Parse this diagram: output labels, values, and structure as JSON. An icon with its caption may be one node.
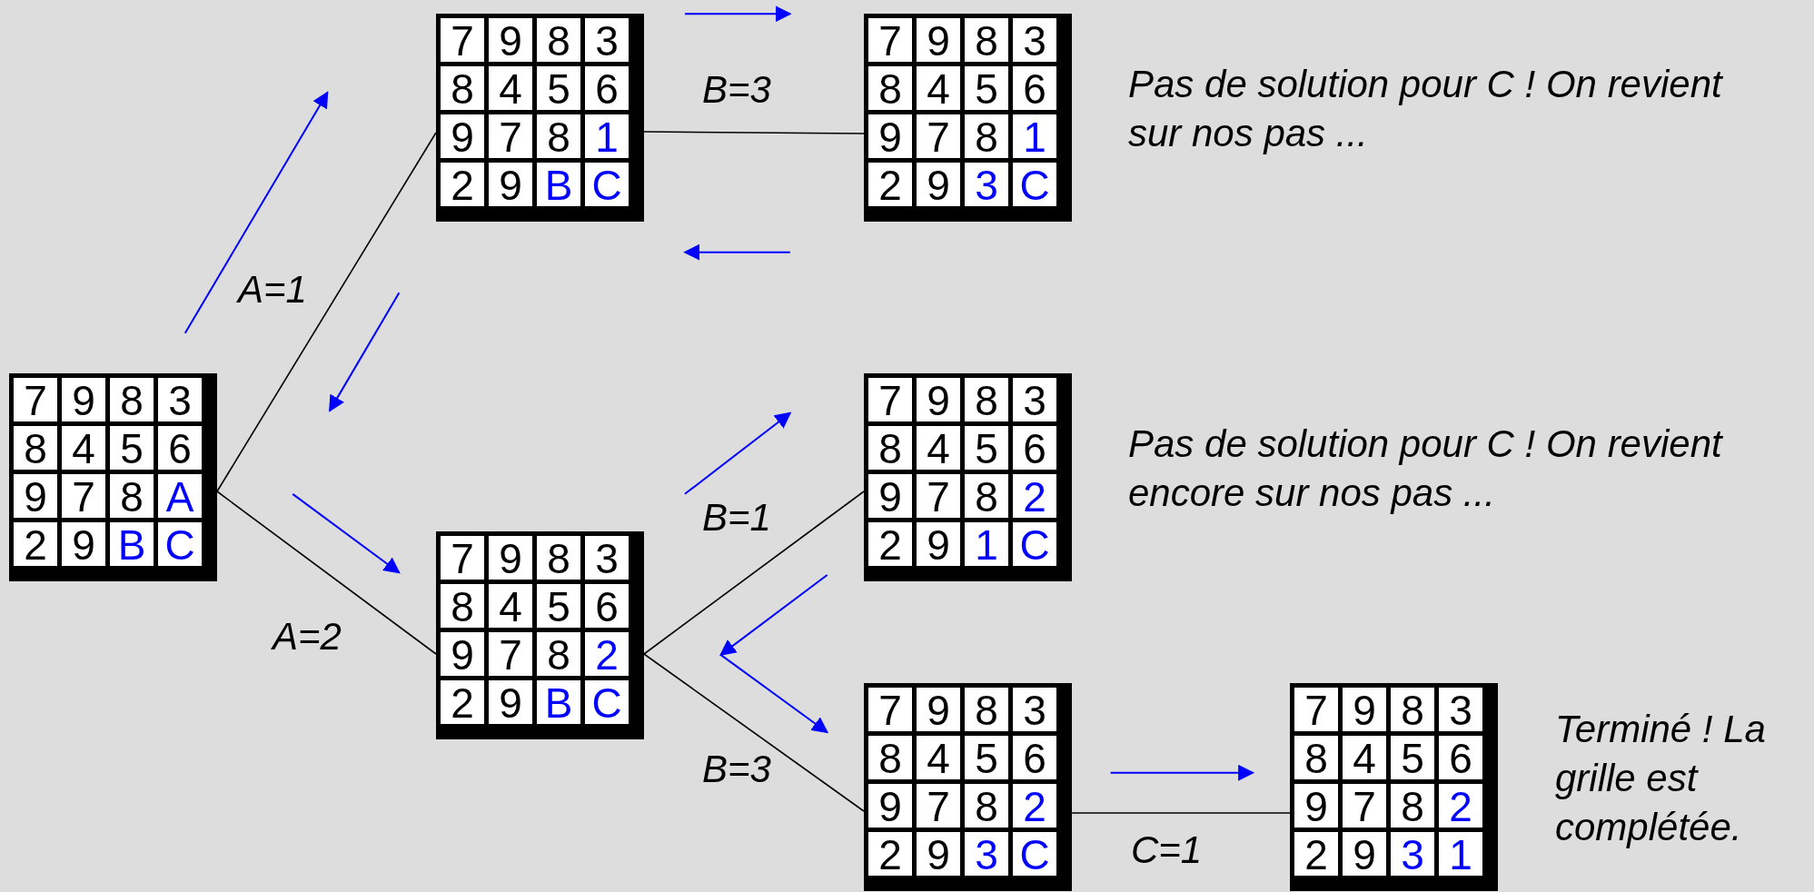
{
  "diagram": {
    "nodes": [
      {
        "text": [
          "7",
          "9",
          "8",
          "3",
          "8",
          "4",
          "5",
          "6",
          "9",
          "7",
          "8",
          "A",
          "2",
          "9",
          "B",
          "C"
        ]
      },
      {
        "text": [
          "7",
          "9",
          "8",
          "3",
          "8",
          "4",
          "5",
          "6",
          "9",
          "7",
          "8",
          "1",
          "2",
          "9",
          "B",
          "C"
        ]
      },
      {
        "text": [
          "7",
          "9",
          "8",
          "3",
          "8",
          "4",
          "5",
          "6",
          "9",
          "7",
          "8",
          "1",
          "2",
          "9",
          "3",
          "C"
        ],
        "beside": [
          "Pas de solution pour C ! On revient sur nos pas ..."
        ]
      },
      {
        "text": [
          "7",
          "9",
          "8",
          "3",
          "8",
          "4",
          "5",
          "6",
          "9",
          "7",
          "8",
          "2",
          "2",
          "9",
          "B",
          "C"
        ]
      },
      {
        "text": [
          "7",
          "9",
          "8",
          "3",
          "8",
          "4",
          "5",
          "6",
          "9",
          "7",
          "8",
          "2",
          "2",
          "9",
          "1",
          "C"
        ],
        "beside": [
          "Pas de solution pour C ! On revient encore sur nos pas ..."
        ]
      },
      {
        "text": [
          "7",
          "9",
          "8",
          "3",
          "8",
          "4",
          "5",
          "6",
          "9",
          "7",
          "8",
          "2",
          "2",
          "9",
          "3",
          "C"
        ]
      },
      {
        "text": [
          "7",
          "9",
          "8",
          "3",
          "8",
          "4",
          "5",
          "6",
          "9",
          "7",
          "8",
          "2",
          "2",
          "9",
          "3",
          "1"
        ],
        "beside": [
          "Terminé ! La grille est complétée."
        ]
      }
    ],
    "edges": [
      {
        "from": 0,
        "to": 1,
        "arrow": "none",
        "label": "A=1"
      },
      {
        "from": 0,
        "to": 3,
        "arrow": "none",
        "label": "A=2"
      },
      {
        "from": 1,
        "to": 2,
        "arrow": "none",
        "label": "B=3"
      },
      {
        "from": 3,
        "to": 4,
        "arrow": "none",
        "label": "B=1"
      },
      {
        "from": 3,
        "to": 5,
        "arrow": "none",
        "label": "B=3"
      },
      {
        "from": 5,
        "to": 6,
        "arrow": "none",
        "label": "C=1"
      }
    ]
  }
}
